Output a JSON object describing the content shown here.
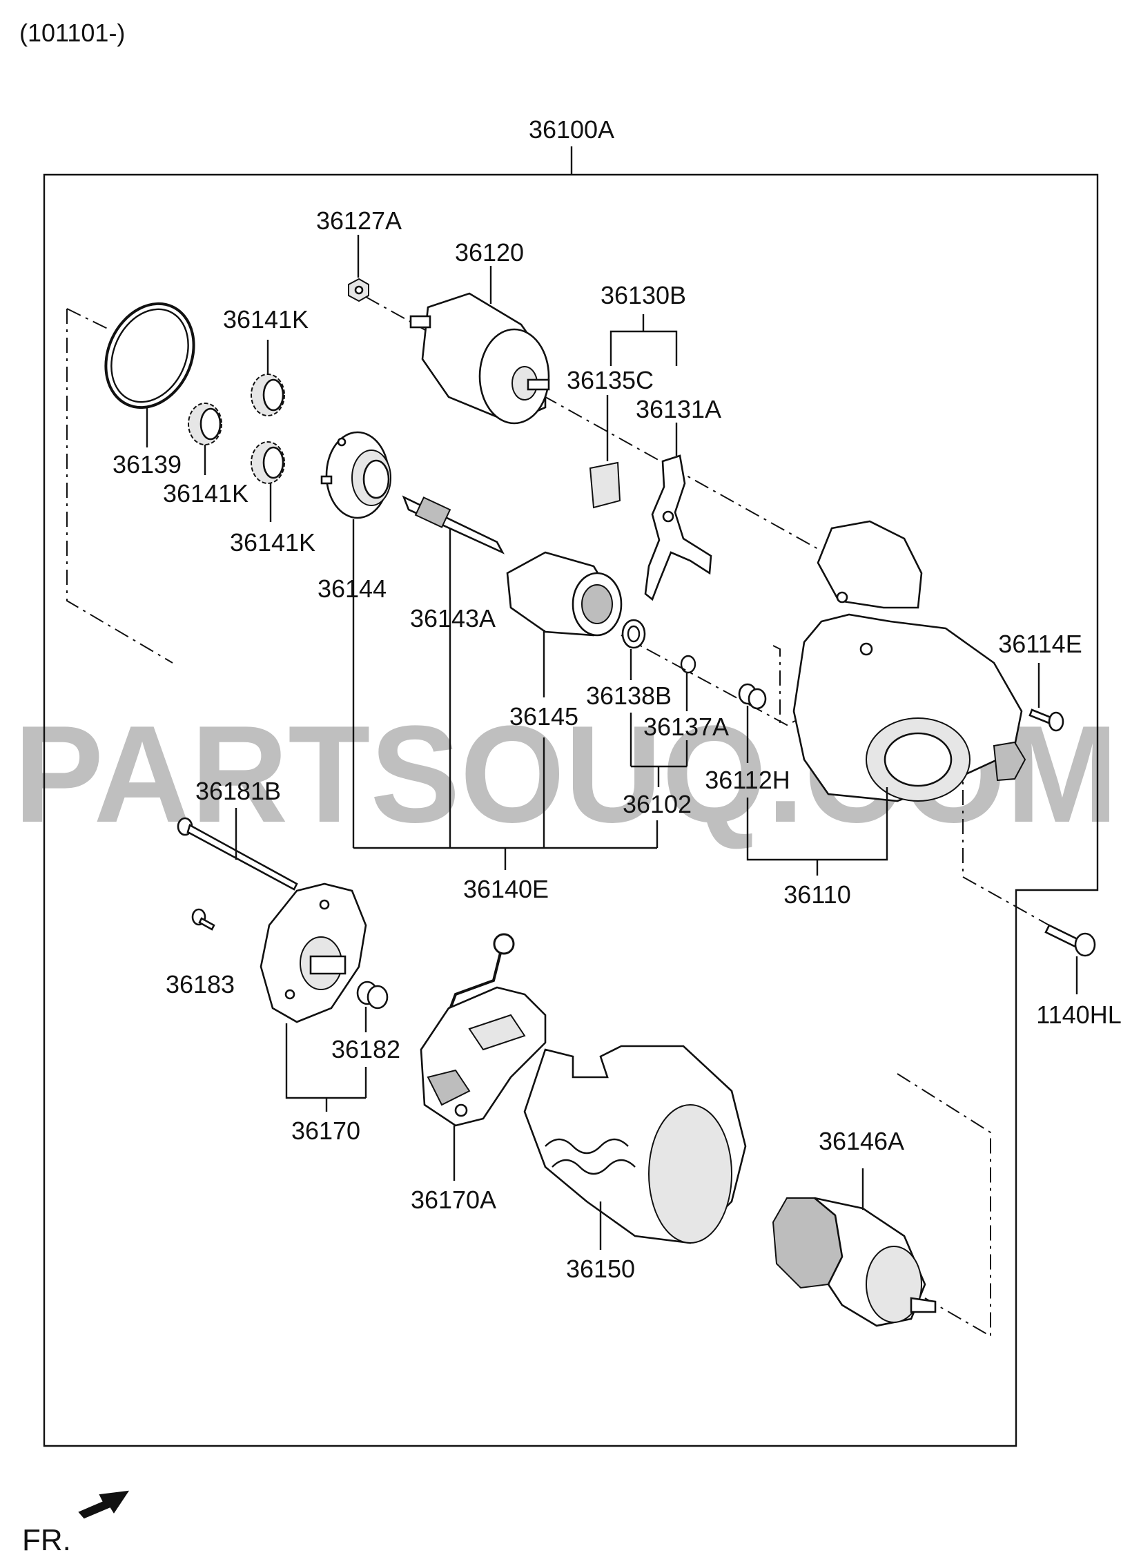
{
  "header": {
    "range": "(101101-)"
  },
  "watermark": "PARTSOUQ.COM",
  "front_indicator": "FR.",
  "labels": {
    "p36100A": "36100A",
    "p36127A": "36127A",
    "p36120": "36120",
    "p36130B": "36130B",
    "p36135C": "36135C",
    "p36131A": "36131A",
    "p36141K_a": "36141K",
    "p36141K_b": "36141K",
    "p36141K_c": "36141K",
    "p36139": "36139",
    "p36144": "36144",
    "p36143A": "36143A",
    "p36145": "36145",
    "p36138B": "36138B",
    "p36137A": "36137A",
    "p36102": "36102",
    "p36114E": "36114E",
    "p36112H": "36112H",
    "p36110": "36110",
    "p36140E": "36140E",
    "p36181B": "36181B",
    "p36183": "36183",
    "p36182": "36182",
    "p36170": "36170",
    "p36170A": "36170A",
    "p36150": "36150",
    "p36146A": "36146A",
    "p1140HL": "1140HL"
  },
  "icons": [
    "o-ring-icon",
    "pinion-gear-icon",
    "solenoid-icon",
    "nut-icon",
    "shift-lever-icon",
    "gasket-plate-icon",
    "front-housing-icon",
    "bolt-icon",
    "bushing-icon",
    "reduction-housing-icon",
    "shaft-icon",
    "clutch-pinion-icon",
    "washer-icon",
    "snap-ring-icon",
    "through-bolt-icon",
    "rear-cover-icon",
    "brush-holder-icon",
    "yoke-icon",
    "armature-icon",
    "arrow-icon"
  ]
}
